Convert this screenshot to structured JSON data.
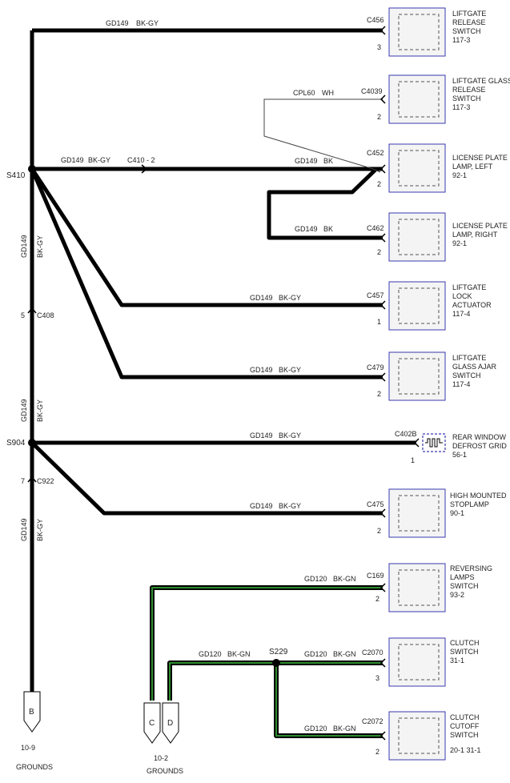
{
  "splices": [
    {
      "name": "S410",
      "label": "S410"
    },
    {
      "name": "S904",
      "label": "S904"
    },
    {
      "name": "S229",
      "label": "S229"
    }
  ],
  "inline_connectors": [
    {
      "name": "C408",
      "label": "C408",
      "pin": "5"
    },
    {
      "name": "C922",
      "label": "C922",
      "pin": "7"
    },
    {
      "name": "C410",
      "label": "C410 - 2"
    }
  ],
  "wire_labels": [
    {
      "circuit": "GD149",
      "color": "BK-GY"
    },
    {
      "circuit": "CPL60",
      "color": "WH"
    },
    {
      "circuit": "GD149",
      "color": "BK-GY"
    },
    {
      "circuit": "GD149",
      "color": "BK"
    },
    {
      "circuit": "GD149",
      "color": "BK"
    },
    {
      "circuit": "GD149",
      "color": "BK-GY"
    },
    {
      "circuit": "GD149",
      "color": "BK-GY"
    },
    {
      "circuit": "GD149",
      "color": "BK-GY"
    },
    {
      "circuit": "GD149",
      "color": "BK-GY"
    },
    {
      "circuit": "GD120",
      "color": "BK-GN"
    },
    {
      "circuit": "GD120",
      "color": "BK-GN"
    },
    {
      "circuit": "GD120",
      "color": "BK-GN"
    },
    {
      "circuit": "GD120",
      "color": "BK-GN"
    }
  ],
  "vertical_wire_labels": [
    {
      "circuit": "GD149",
      "color": "BK-GY"
    },
    {
      "circuit": "GD149",
      "color": "BK-GY"
    },
    {
      "circuit": "GD149",
      "color": "BK-GY"
    }
  ],
  "components": [
    {
      "connector": "C456",
      "pin": "3",
      "lines": [
        "LIFTGATE",
        "RELEASE",
        "SWITCH",
        "117-3"
      ]
    },
    {
      "connector": "C4039",
      "pin": "2",
      "lines": [
        "LIFTGATE GLASS",
        "RELEASE",
        "SWITCH",
        "117-3"
      ]
    },
    {
      "connector": "C452",
      "pin": "2",
      "lines": [
        "LICENSE PLATE",
        "LAMP, LEFT",
        "92-1"
      ]
    },
    {
      "connector": "C462",
      "pin": "2",
      "lines": [
        "LICENSE PLATE",
        "LAMP, RIGHT",
        "92-1"
      ]
    },
    {
      "connector": "C457",
      "pin": "1",
      "lines": [
        "LIFTGATE",
        "LOCK",
        "ACTUATOR",
        "117-4"
      ]
    },
    {
      "connector": "C479",
      "pin": "2",
      "lines": [
        "LIFTGATE",
        "GLASS AJAR",
        "SWITCH",
        "117-4"
      ]
    },
    {
      "connector": "C402B",
      "pin": "1",
      "lines": [
        "REAR WINDOW",
        "DEFROST GRID",
        "56-1"
      ]
    },
    {
      "connector": "C475",
      "pin": "2",
      "lines": [
        "HIGH MOUNTED",
        "STOPLAMP",
        "90-1"
      ]
    },
    {
      "connector": "C169",
      "pin": "2",
      "lines": [
        "REVERSING",
        "LAMPS",
        "SWITCH",
        "93-2"
      ]
    },
    {
      "connector": "C2070",
      "pin": "3",
      "lines": [
        "CLUTCH",
        "SWITCH",
        "31-1"
      ]
    },
    {
      "connector": "C2072",
      "pin": "2",
      "lines": [
        "CLUTCH",
        "CUTOFF",
        "SWITCH",
        "20-1  31-1"
      ]
    }
  ],
  "grounds": [
    {
      "letter": "B"
    },
    {
      "letter": "C"
    },
    {
      "letter": "D"
    }
  ],
  "ground_refs": [
    {
      "ref": "10-9",
      "label": "GROUNDS"
    },
    {
      "ref": "10-2",
      "label": "GROUNDS"
    }
  ],
  "colors": {
    "wire_black": "#000000",
    "wire_green": "#2e8b2e",
    "component_border": "#3a3ab0"
  }
}
